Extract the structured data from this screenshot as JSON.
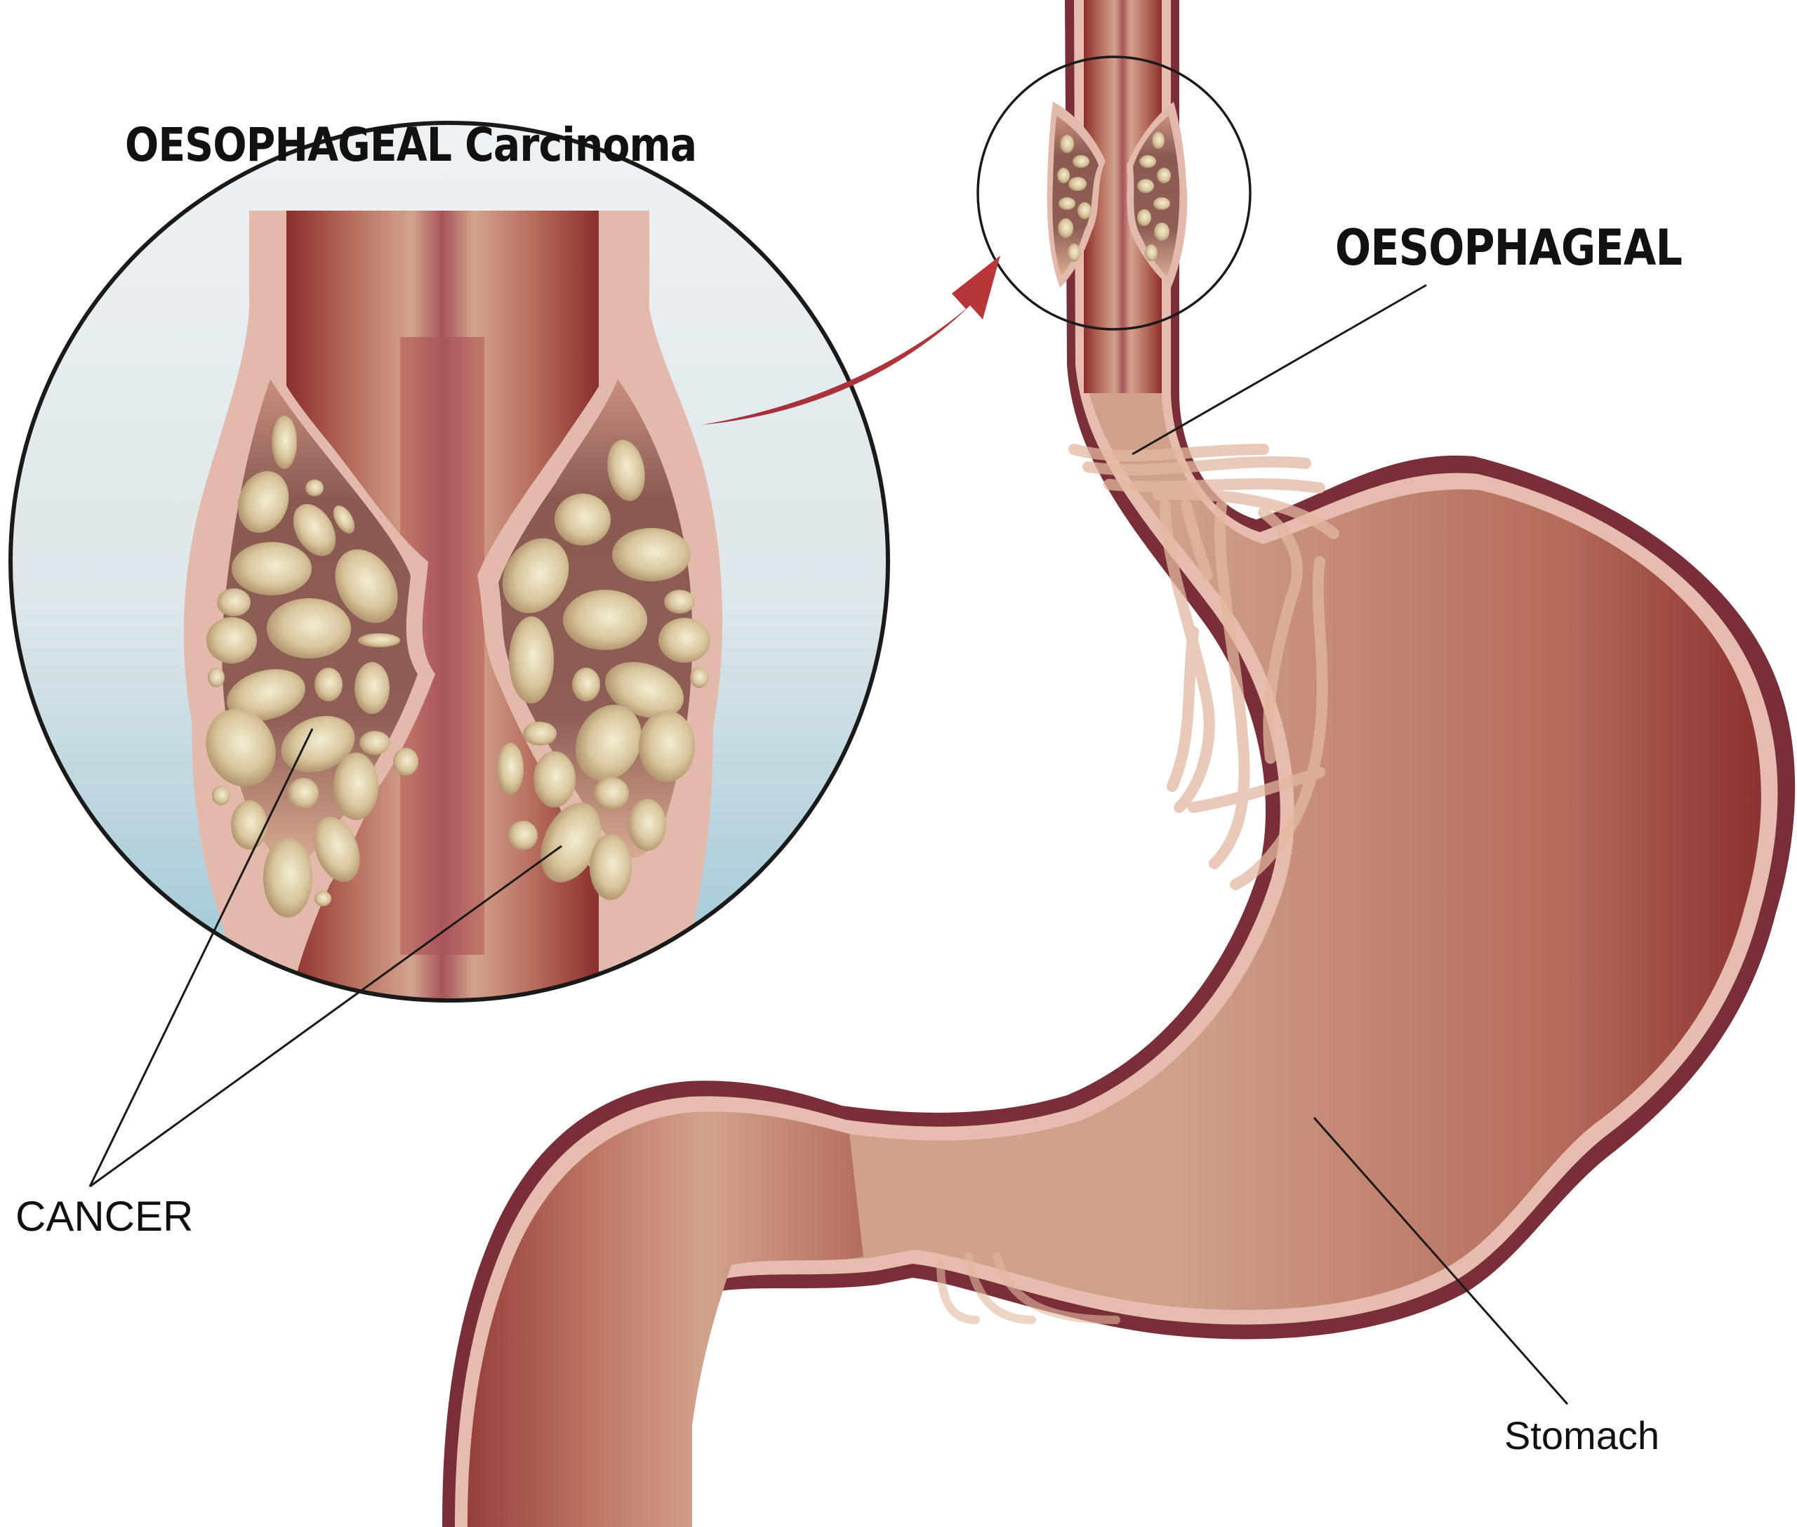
{
  "diagram": {
    "title": "OESOPHAGEAL Carcinoma",
    "labels": {
      "oesophageal": "OESOPHAGEAL",
      "cancer": "CANCER",
      "stomach": "Stomach"
    },
    "callouts": [
      {
        "label": "OESOPHAGEAL",
        "points_to": "oesophagus"
      },
      {
        "label": "CANCER",
        "points_to": "tumor cells (left and right wall)"
      },
      {
        "label": "Stomach",
        "points_to": "stomach body"
      }
    ],
    "magnified_view": {
      "description": "Enlarged cross-section of oesophagus showing tumor masses narrowing the lumen",
      "arrow": "red arrow from magnified circle to small circle on oesophagus"
    },
    "colors": {
      "tissue_dark": "#8a2f30",
      "tissue_mid": "#b86a5a",
      "tissue_light": "#d3a38d",
      "wall_outline": "#e3b9ab",
      "tumor_cell": "#d9c8a0",
      "tumor_cell_highlight": "#f1ead0",
      "arrow": "#b7363a",
      "circle_bg_top": "#e8edf0",
      "circle_bg_bottom": "#a2c9d6",
      "outline": "#1a1a1a"
    }
  }
}
